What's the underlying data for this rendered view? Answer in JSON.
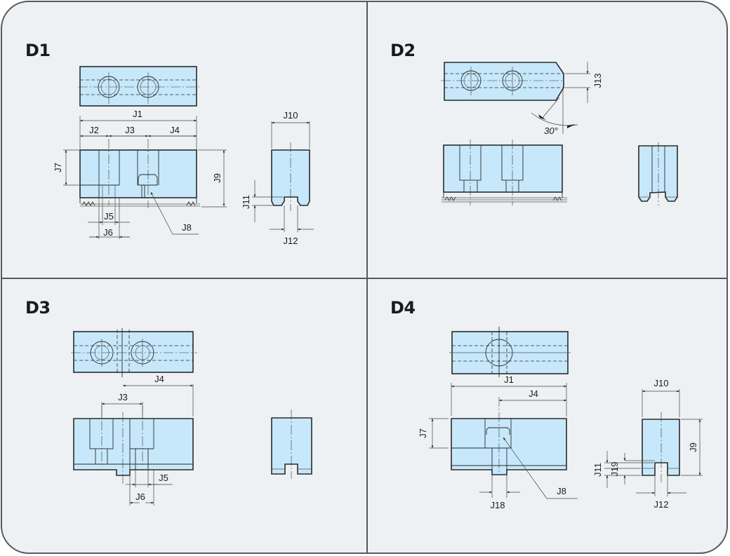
{
  "colors": {
    "background": "#edf1f4",
    "part_fill": "#c7e8fb",
    "line": "#2a2a2a",
    "frame_border": "#555a5e"
  },
  "panels": [
    {
      "id": "D1",
      "title": "D1",
      "labels": {
        "J1": "J1",
        "J2": "J2",
        "J3": "J3",
        "J4": "J4",
        "J5": "J5",
        "J6": "J6",
        "J7": "J7",
        "J8": "J8",
        "J9": "J9",
        "J10": "J10",
        "J11": "J11",
        "J12": "J12"
      }
    },
    {
      "id": "D2",
      "title": "D2",
      "labels": {
        "J13": "J13",
        "angle": "30°"
      }
    },
    {
      "id": "D3",
      "title": "D3",
      "labels": {
        "J3": "J3",
        "J4": "J4",
        "J5": "J5",
        "J6": "J6"
      }
    },
    {
      "id": "D4",
      "title": "D4",
      "labels": {
        "J1": "J1",
        "J4": "J4",
        "J7": "J7",
        "J8": "J8",
        "J9": "J9",
        "J10": "J10",
        "J11": "J11",
        "J12": "J12",
        "J18": "J18",
        "J19": "J19"
      }
    }
  ]
}
